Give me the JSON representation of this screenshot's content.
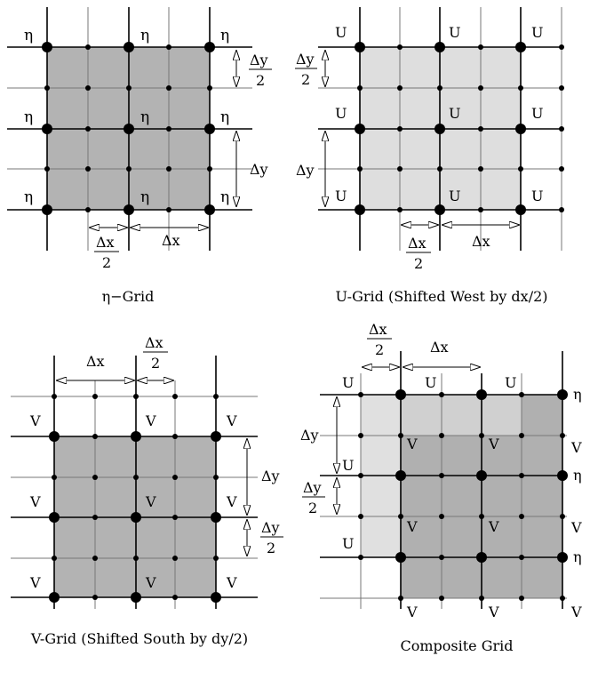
{
  "panels": {
    "eta": {
      "caption": "η−Grid",
      "node_label": "η",
      "dy_half": "Δy",
      "dy_half_den": "2",
      "dy": "Δy",
      "dx_half": "Δx",
      "dx_half_den": "2",
      "dx": "Δx"
    },
    "u": {
      "caption": "U-Grid (Shifted West by dx/2)",
      "node_label": "U",
      "dy_half": "Δy",
      "dy_half_den": "2",
      "dy": "Δy",
      "dx_half": "Δx",
      "dx_half_den": "2",
      "dx": "Δx"
    },
    "v": {
      "caption": "V-Grid (Shifted South by dy/2)",
      "node_label": "V",
      "dx": "Δx",
      "dx_half": "Δx",
      "dx_half_den": "2",
      "dy": "Δy",
      "dy_half": "Δy",
      "dy_half_den": "2"
    },
    "composite": {
      "caption": "Composite Grid",
      "label_u": "U",
      "label_v": "V",
      "label_eta": "η",
      "dx_half": "Δx",
      "dx_half_den": "2",
      "dx": "Δx",
      "dy": "Δy",
      "dy_half": "Δy",
      "dy_half_den": "2"
    }
  },
  "colors": {
    "eta_fill": "#b3b3b3",
    "u_fill": "#dedede",
    "v_fill": "#b3b3b3",
    "composite_u_fill": "#e0e0e0",
    "composite_mid_fill": "#d0d0d0",
    "composite_dark_fill": "#b0b0b0"
  }
}
